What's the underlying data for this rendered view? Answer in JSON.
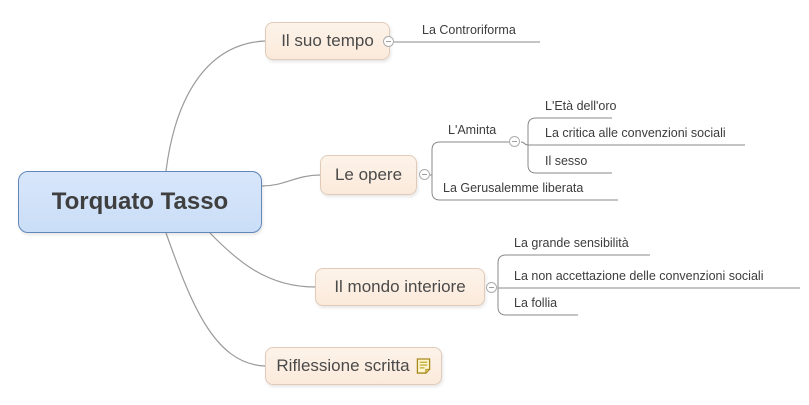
{
  "mindmap": {
    "root": {
      "label": "Torquato Tasso"
    },
    "branches": [
      {
        "label": "Il suo tempo",
        "children": [
          {
            "label": "La Controriforma"
          }
        ]
      },
      {
        "label": "Le opere",
        "children": [
          {
            "label": "L'Aminta",
            "children": [
              {
                "label": "L'Età dell'oro"
              },
              {
                "label": "La critica alle convenzioni sociali"
              },
              {
                "label": "Il sesso"
              }
            ]
          },
          {
            "label": "La Gerusalemme liberata"
          }
        ]
      },
      {
        "label": "Il mondo interiore",
        "children": [
          {
            "label": "La grande sensibilità"
          },
          {
            "label": "La non accettazione delle convenzioni sociali"
          },
          {
            "label": "La follia"
          }
        ]
      },
      {
        "label": "Riflessione scritta",
        "has_note": "true"
      }
    ],
    "colors": {
      "root_fill": "#cfe1f8",
      "root_border": "#6288ba",
      "topic_fill": "#fcefe2",
      "topic_border": "#e0cbba",
      "line_gray": "#8a8a8a",
      "curve_gray": "#9b9b9b",
      "text_dark": "#3f3f3f",
      "note_yellow": "#f7e98c",
      "note_border": "#a8891e"
    }
  }
}
